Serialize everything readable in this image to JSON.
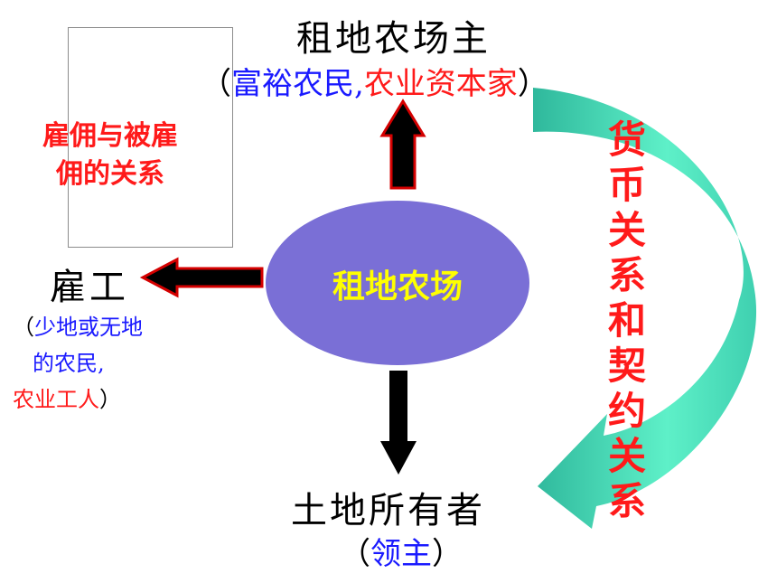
{
  "top": {
    "title": "租地农场主",
    "paren_open": "（",
    "sub_blue": "富裕农民,",
    "sub_red": "农业资本家",
    "paren_close": "）"
  },
  "left_label": {
    "line1": "雇佣与被雇",
    "line2": "佣的关系"
  },
  "center": {
    "label": "租地农场"
  },
  "worker": {
    "title": "雇工",
    "paren_open": "（",
    "line1_blue": "少地或无地",
    "line2_blue": "的农民,",
    "line3_red": "农业工人",
    "paren_close": "）"
  },
  "bottom": {
    "title": "土地所有者",
    "paren_open": "（",
    "sub_blue": "领主",
    "paren_close": "）"
  },
  "right_label": {
    "chars": [
      "货",
      "币",
      "关",
      "系",
      "和",
      "契",
      "约",
      "关",
      "系"
    ]
  },
  "colors": {
    "ellipse": "#7a6fd6",
    "center_text": "#ffff00",
    "arrow_fill": "#000000",
    "arrow_outline": "#d40000",
    "curve_light": "#5ef0c8",
    "curve_dark": "#2fb89c",
    "blue": "#1a1aff",
    "red": "#ff1a1a"
  }
}
